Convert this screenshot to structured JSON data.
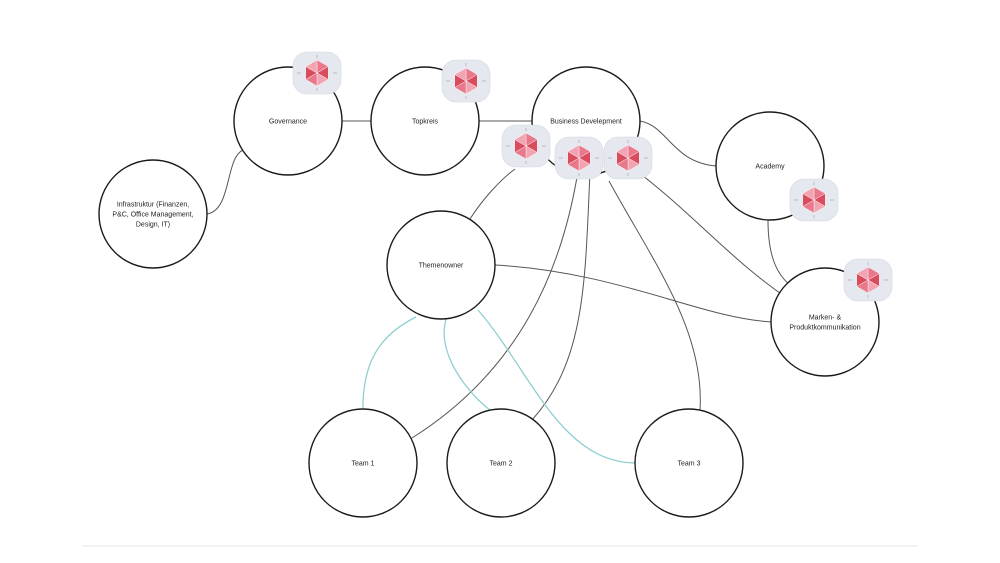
{
  "diagram": {
    "nodes": [
      {
        "id": "governance",
        "label": [
          "Governance"
        ]
      },
      {
        "id": "topkreis",
        "label": [
          "Topkreis"
        ]
      },
      {
        "id": "business",
        "label": [
          "Business Develepment"
        ]
      },
      {
        "id": "academy",
        "label": [
          "Academy"
        ]
      },
      {
        "id": "infrastruktur",
        "label": [
          "Infrastruktur (Finanzen,",
          "P&C, Office Management,",
          "Design, IT)"
        ]
      },
      {
        "id": "themenowner",
        "label": [
          "Themenowner"
        ]
      },
      {
        "id": "marken",
        "label": [
          "Marken- &",
          "Produktkommunikation"
        ]
      },
      {
        "id": "team1",
        "label": [
          "Team 1"
        ]
      },
      {
        "id": "team2",
        "label": [
          "Team 2"
        ]
      },
      {
        "id": "team3",
        "label": [
          "Team 3"
        ]
      }
    ],
    "badges": [
      {
        "id": "badge-governance",
        "icon": "hexagon-cube-icon"
      },
      {
        "id": "badge-topkreis",
        "icon": "hexagon-cube-icon"
      },
      {
        "id": "badge-business-1",
        "icon": "hexagon-cube-icon"
      },
      {
        "id": "badge-business-2",
        "icon": "hexagon-cube-icon"
      },
      {
        "id": "badge-business-3",
        "icon": "hexagon-cube-icon"
      },
      {
        "id": "badge-academy",
        "icon": "hexagon-cube-icon"
      },
      {
        "id": "badge-marken",
        "icon": "hexagon-cube-icon"
      }
    ],
    "edges": [
      {
        "from": "governance",
        "to": "topkreis",
        "color": "dark"
      },
      {
        "from": "topkreis",
        "to": "business",
        "color": "dark"
      },
      {
        "from": "business",
        "to": "academy",
        "color": "dark"
      },
      {
        "from": "infrastruktur",
        "to": "governance",
        "color": "dark"
      },
      {
        "from": "badge-business-1",
        "to": "themenowner",
        "color": "dark"
      },
      {
        "from": "themenowner",
        "to": "marken",
        "color": "dark"
      },
      {
        "from": "academy",
        "to": "marken",
        "color": "dark"
      },
      {
        "from": "badge-business-3",
        "to": "marken",
        "color": "dark"
      },
      {
        "from": "badge-business-2",
        "to": "team1",
        "color": "dark"
      },
      {
        "from": "badge-business-2",
        "to": "team2",
        "color": "dark"
      },
      {
        "from": "badge-business-3",
        "to": "team3",
        "color": "dark"
      },
      {
        "from": "themenowner",
        "to": "team1",
        "color": "teal"
      },
      {
        "from": "themenowner",
        "to": "team2",
        "color": "teal"
      },
      {
        "from": "themenowner",
        "to": "team3",
        "color": "teal"
      }
    ],
    "colors": {
      "node_stroke": "#1a1a1a",
      "edge_dark": "#555555",
      "edge_teal": "#8fcfcf",
      "badge_fill": "#e5e8ee",
      "hex_dark": "#d94c5e",
      "hex_mid": "#e8788a",
      "hex_light": "#f2a4b2",
      "divider": "#e4e4e4"
    }
  }
}
